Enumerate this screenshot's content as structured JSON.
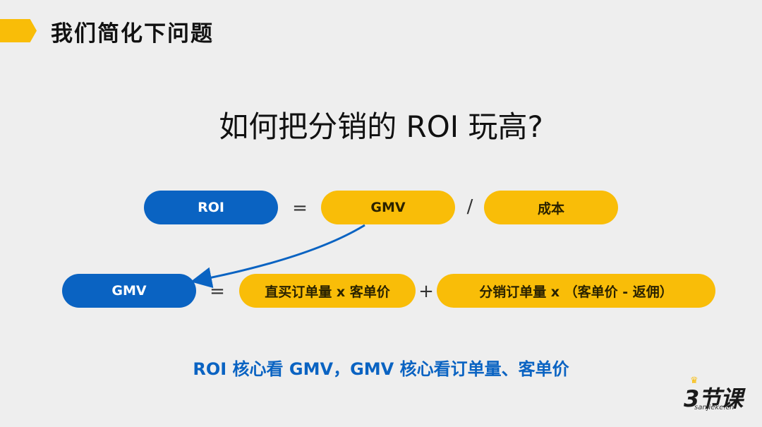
{
  "header": {
    "title": "我们简化下问题"
  },
  "question": "如何把分销的 ROI 玩高?",
  "row1": {
    "roi": "ROI",
    "eq": "=",
    "gmv": "GMV",
    "div": "/",
    "cost": "成本"
  },
  "row2": {
    "gmv": "GMV",
    "eq": "=",
    "direct": "直买订单量 x 客单价",
    "plus": "+",
    "dist": "分销订单量 x （客单价 - 返佣）"
  },
  "summary": "ROI 核心看 GMV，GMV 核心看订单量、客单价",
  "logo": {
    "text": "3节课",
    "sub": "sanjieke.cn",
    "crown": "crown-icon"
  },
  "colors": {
    "blue": "#0a63c2",
    "yellow": "#f9bd08",
    "background": "#eeeeee"
  }
}
